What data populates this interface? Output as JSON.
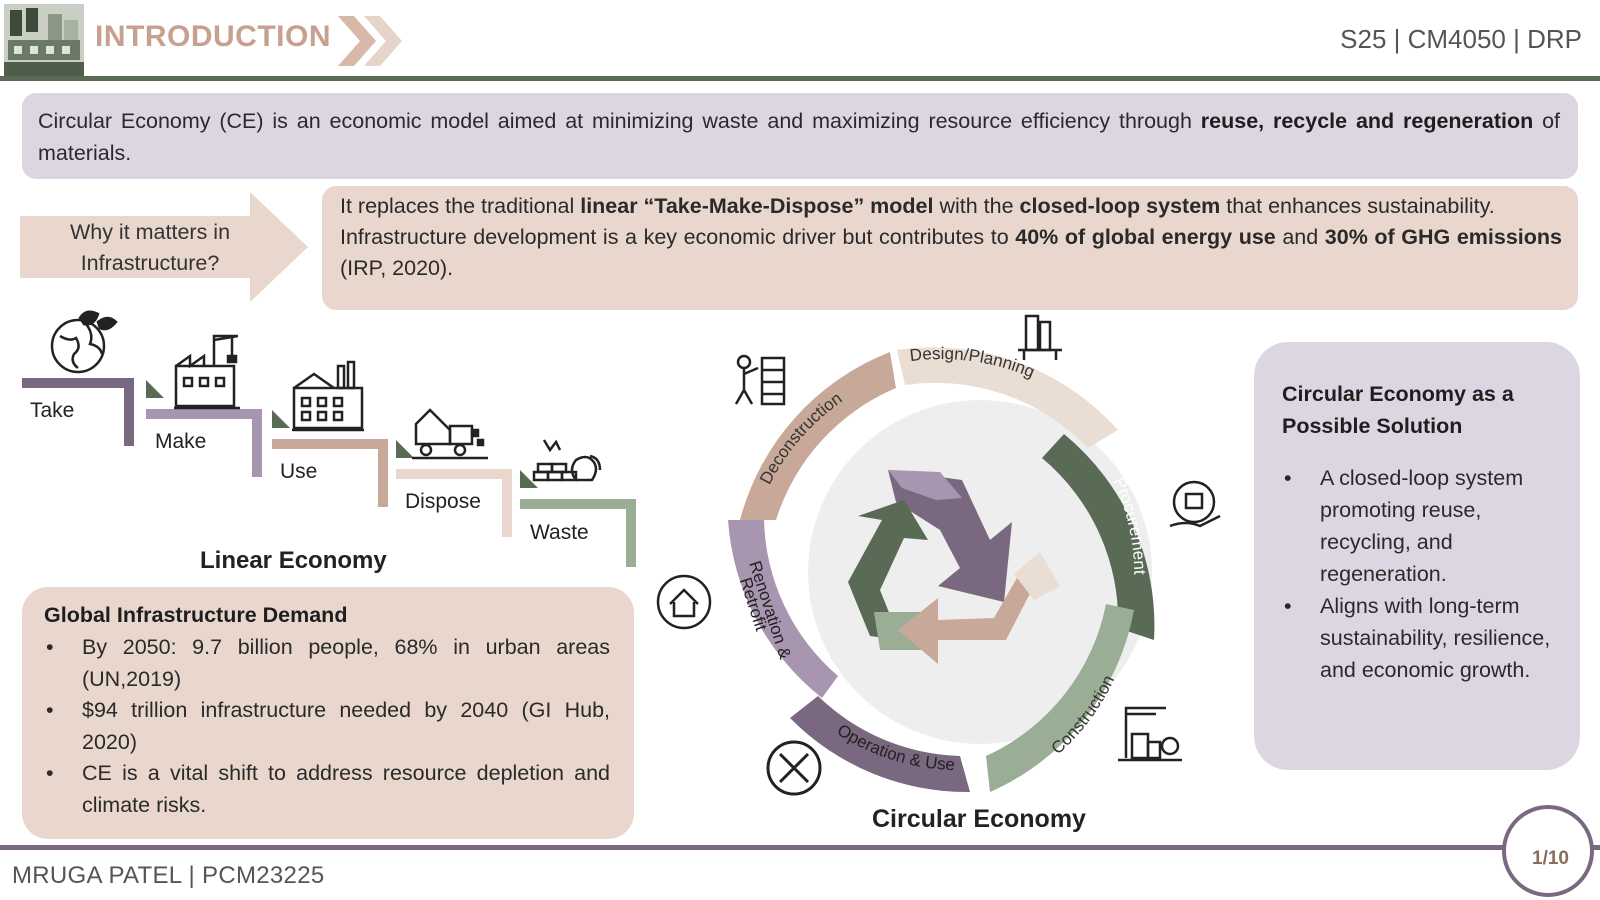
{
  "header": {
    "title": "INTRODUCTION",
    "course": "S25 | CM4050 | DRP"
  },
  "intro": {
    "text_1": "Circular Economy (CE) is an economic model aimed at minimizing waste and maximizing resource efficiency through ",
    "bold_1": "reuse, recycle and regeneration",
    "text_2": " of materials."
  },
  "why": {
    "label_line1": "Why it matters in",
    "label_line2": "Infrastructure?"
  },
  "replace": {
    "p1_a": "It replaces the traditional ",
    "p1_b": "linear “Take-Make-Dispose” model",
    "p1_c": " with the ",
    "p1_d": "closed-loop system",
    "p1_e": " that enhances sustainability.",
    "p2_a": "Infrastructure development is a key economic driver but contributes to ",
    "p2_b": "40% of global energy use",
    "p2_c": " and ",
    "p2_d": "30% of GHG emissions",
    "p2_e": " (IRP, 2020)."
  },
  "linear": {
    "title": "Linear Economy",
    "steps": [
      "Take",
      "Make",
      "Use",
      "Dispose",
      "Waste"
    ],
    "colors": [
      "#7a6880",
      "#a895b0",
      "#c8a898",
      "#e9d7ce",
      "#9aae95"
    ]
  },
  "demand": {
    "title": "Global Infrastructure Demand",
    "items": [
      "By 2050: 9.7 billion people, 68% in urban areas (UN,2019)",
      "$94 trillion infrastructure needed by 2040 (GI Hub, 2020)",
      "CE is a vital shift to address resource depletion and climate risks."
    ]
  },
  "circular": {
    "title": "Circular Economy",
    "stages": [
      "Design/Planning",
      "Procurement",
      "Construction",
      "Operation & Use",
      "Renovation &",
      "Retrofit",
      "Deconstruction"
    ],
    "colors": {
      "design": "#e9ddd4",
      "procurement": "#5a6b55",
      "construction": "#9aae95",
      "operation": "#7a6880",
      "renovation": "#a895b0",
      "deconstruction": "#c8a898"
    }
  },
  "solution": {
    "title": "Circular Economy as a Possible Solution",
    "items": [
      "A closed-loop system promoting reuse, recycling, and regeneration.",
      "Aligns with long-term sustainability, resilience, and economic growth."
    ]
  },
  "footer": {
    "author": "MRUGA PATEL | PCM23225",
    "page": "1/10"
  }
}
